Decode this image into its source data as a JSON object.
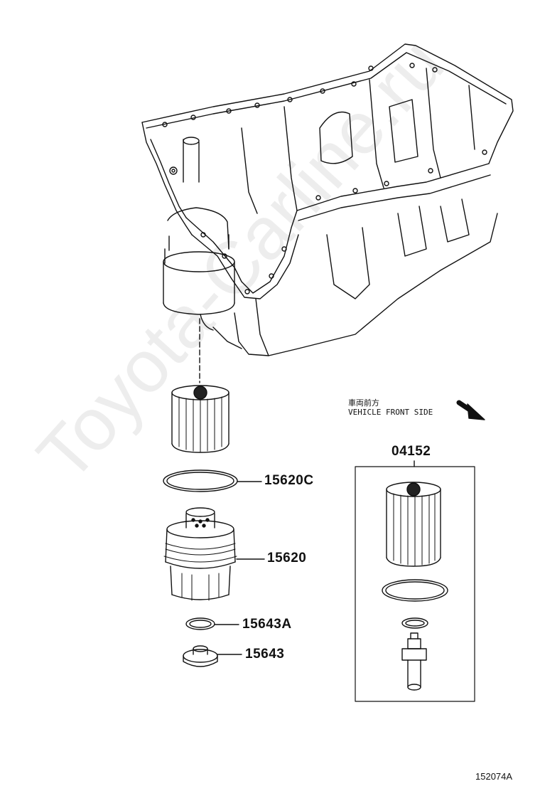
{
  "parts": {
    "gasket_large": "15620C",
    "filter_cap": "15620",
    "gasket_small": "15643A",
    "drain_plug": "15643",
    "filter_kit": "04152"
  },
  "direction": {
    "japanese": "車両前方",
    "english": "VEHICLE FRONT SIDE"
  },
  "illustration_code": "152074A",
  "watermark": "Toyota-Carline.ru"
}
